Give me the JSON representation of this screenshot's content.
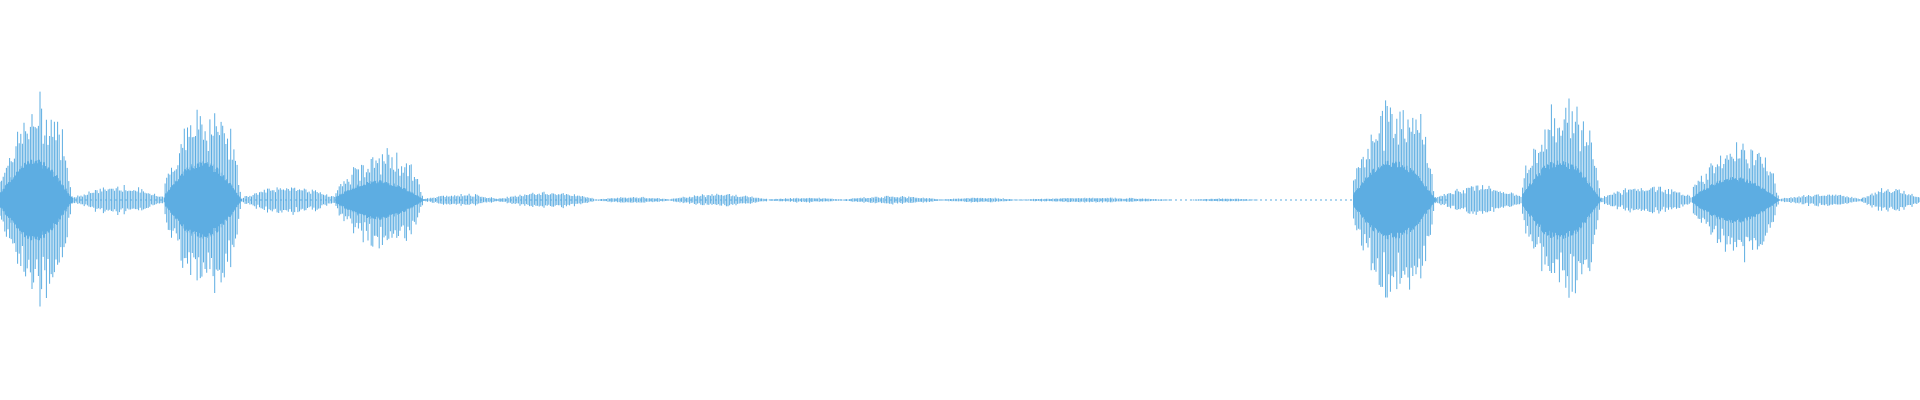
{
  "waveform": {
    "color": "#5DADE2",
    "background": "#ffffff",
    "samples_per_segment": "dense",
    "segments": [
      {
        "start": 0.0,
        "end": 0.038,
        "amp": 0.62,
        "shape": "burst"
      },
      {
        "start": 0.038,
        "end": 0.086,
        "amp": 0.07,
        "shape": "low"
      },
      {
        "start": 0.086,
        "end": 0.126,
        "amp": 0.6,
        "shape": "burst"
      },
      {
        "start": 0.126,
        "end": 0.175,
        "amp": 0.07,
        "shape": "low"
      },
      {
        "start": 0.175,
        "end": 0.221,
        "amp": 0.3,
        "shape": "burst"
      },
      {
        "start": 0.221,
        "end": 0.26,
        "amp": 0.03,
        "shape": "low"
      },
      {
        "start": 0.26,
        "end": 0.31,
        "amp": 0.04,
        "shape": "low"
      },
      {
        "start": 0.31,
        "end": 0.35,
        "amp": 0.015,
        "shape": "low"
      },
      {
        "start": 0.35,
        "end": 0.4,
        "amp": 0.03,
        "shape": "low"
      },
      {
        "start": 0.4,
        "end": 0.44,
        "amp": 0.012,
        "shape": "low"
      },
      {
        "start": 0.44,
        "end": 0.49,
        "amp": 0.02,
        "shape": "low"
      },
      {
        "start": 0.49,
        "end": 0.53,
        "amp": 0.012,
        "shape": "low"
      },
      {
        "start": 0.53,
        "end": 0.61,
        "amp": 0.012,
        "shape": "low"
      },
      {
        "start": 0.61,
        "end": 0.62,
        "amp": 0.0,
        "shape": "silence"
      },
      {
        "start": 0.62,
        "end": 0.655,
        "amp": 0.008,
        "shape": "low"
      },
      {
        "start": 0.655,
        "end": 0.705,
        "amp": 0.0,
        "shape": "silence"
      },
      {
        "start": 0.705,
        "end": 0.748,
        "amp": 0.62,
        "shape": "burst"
      },
      {
        "start": 0.748,
        "end": 0.793,
        "amp": 0.07,
        "shape": "low"
      },
      {
        "start": 0.793,
        "end": 0.834,
        "amp": 0.62,
        "shape": "burst"
      },
      {
        "start": 0.834,
        "end": 0.882,
        "amp": 0.07,
        "shape": "low"
      },
      {
        "start": 0.882,
        "end": 0.927,
        "amp": 0.35,
        "shape": "burst"
      },
      {
        "start": 0.927,
        "end": 0.97,
        "amp": 0.03,
        "shape": "low"
      },
      {
        "start": 0.97,
        "end": 1.0,
        "amp": 0.06,
        "shape": "low"
      }
    ]
  }
}
